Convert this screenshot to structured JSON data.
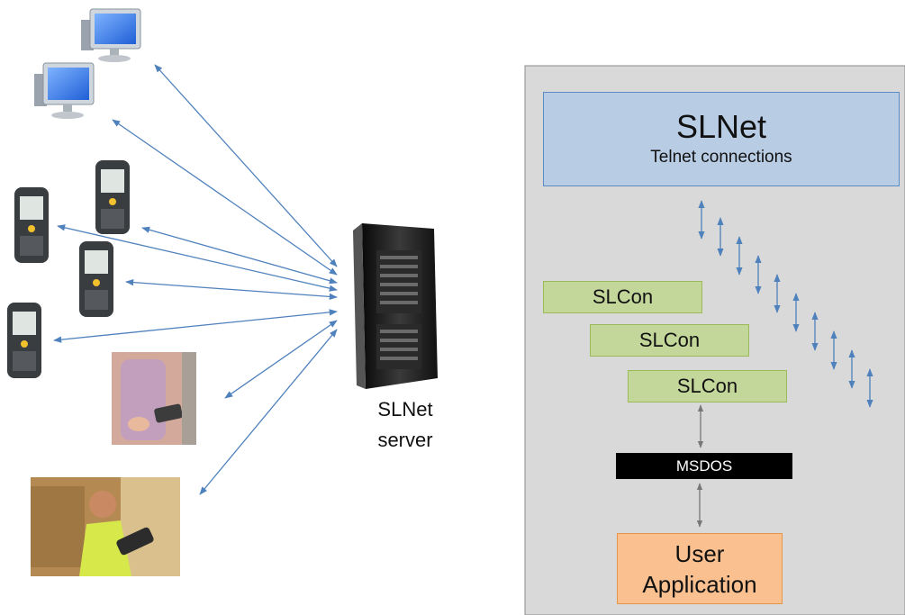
{
  "server": {
    "label_line1": "SLNet",
    "label_line2": "server"
  },
  "stack": {
    "slnet_title": "SLNet",
    "slnet_subtitle": "Telnet connections",
    "slcon_labels": [
      "SLCon",
      "SLCon",
      "SLCon"
    ],
    "msdos_label": "MSDOS",
    "user_app_line1": "User",
    "user_app_line2": "Application"
  },
  "colors": {
    "arrow": "#4f81bd",
    "panel_bg": "#d9d9d9",
    "slnet_box": "#b8cce4",
    "slcon_box": "#c4d79b",
    "msdos_box": "#000000",
    "user_app_box": "#fac090"
  },
  "icons": {
    "desktops": [
      "desktop-computer-icon",
      "desktop-computer-icon"
    ],
    "handhelds": [
      "handheld-terminal-icon",
      "handheld-terminal-icon",
      "handheld-terminal-icon",
      "handheld-terminal-icon"
    ],
    "photos": [
      "nurse-with-handheld-photo",
      "worker-with-handheld-photo"
    ],
    "server": "tower-server-icon"
  }
}
